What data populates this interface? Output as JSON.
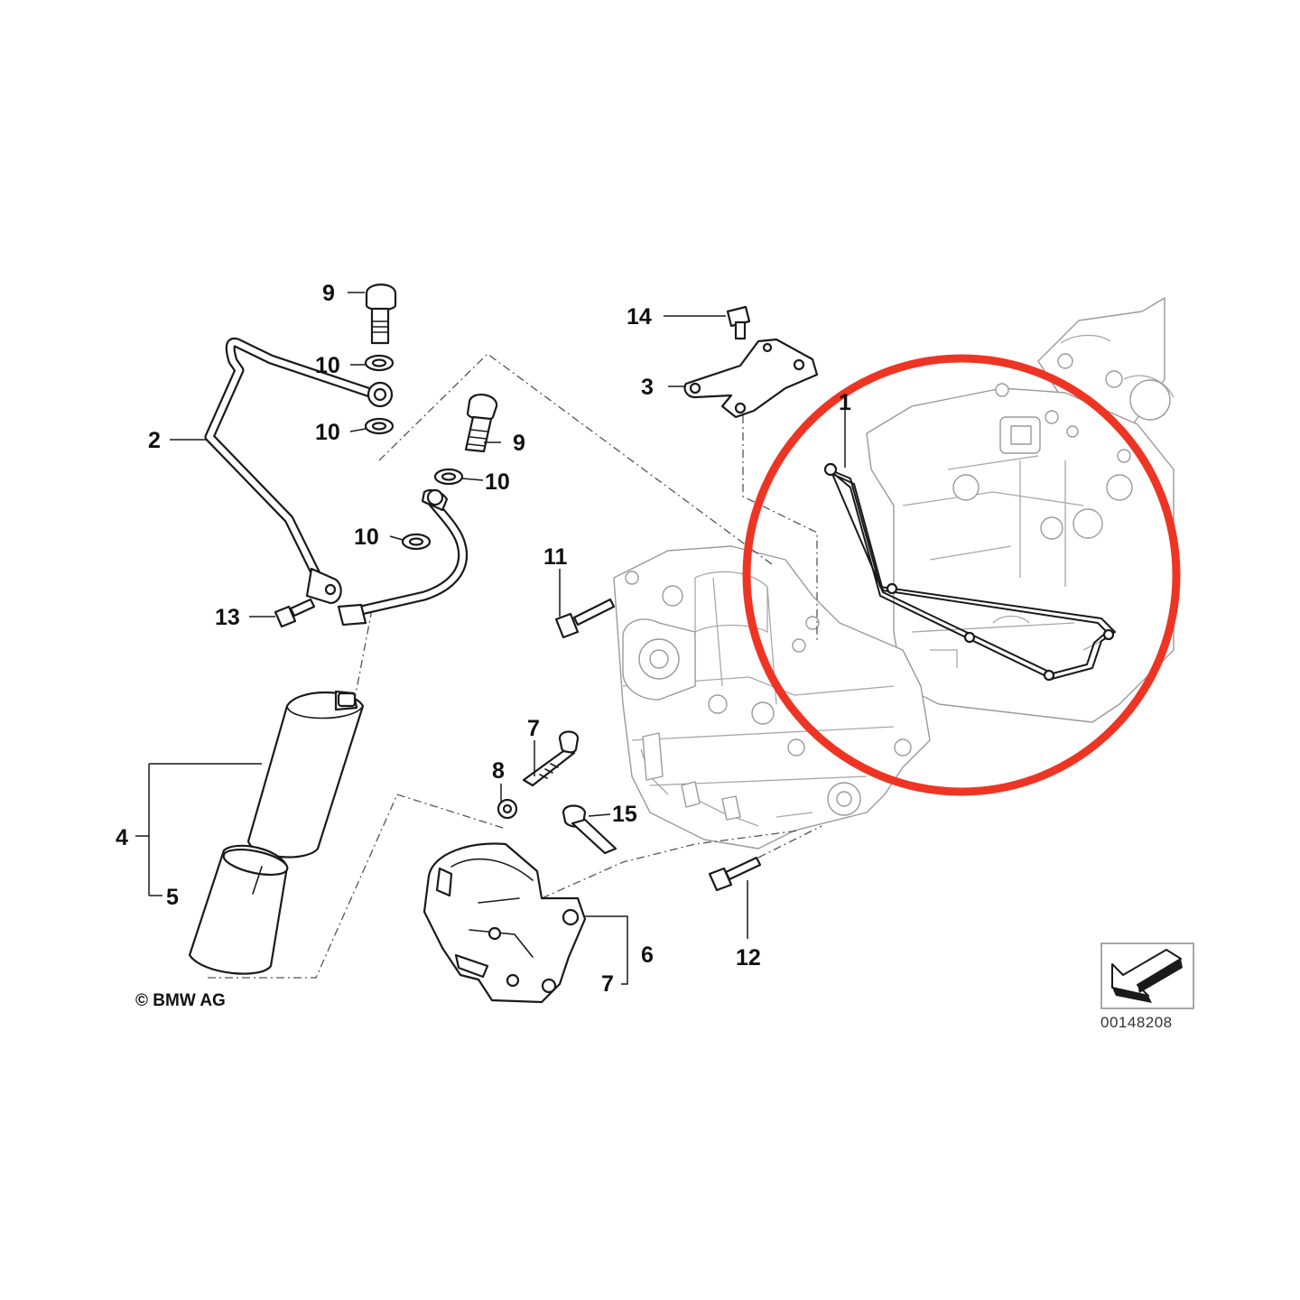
{
  "callouts": [
    {
      "id": "c1",
      "label": "1"
    },
    {
      "id": "c2",
      "label": "2"
    },
    {
      "id": "c3",
      "label": "3"
    },
    {
      "id": "c4",
      "label": "4"
    },
    {
      "id": "c5",
      "label": "5"
    },
    {
      "id": "c6",
      "label": "6"
    },
    {
      "id": "c7a",
      "label": "7"
    },
    {
      "id": "c7b",
      "label": "7"
    },
    {
      "id": "c8",
      "label": "8"
    },
    {
      "id": "c9a",
      "label": "9"
    },
    {
      "id": "c9b",
      "label": "9"
    },
    {
      "id": "c10a",
      "label": "10"
    },
    {
      "id": "c10b",
      "label": "10"
    },
    {
      "id": "c10c",
      "label": "10"
    },
    {
      "id": "c10d",
      "label": "10"
    },
    {
      "id": "c11",
      "label": "11"
    },
    {
      "id": "c12",
      "label": "12"
    },
    {
      "id": "c13",
      "label": "13"
    },
    {
      "id": "c14",
      "label": "14"
    },
    {
      "id": "c15",
      "label": "15"
    }
  ],
  "copyright": "© BMW AG",
  "document_number": "00148208",
  "highlight": {
    "color": "#ee3524",
    "target_part": "1"
  },
  "icons": {
    "orientation": "view-direction-arrow-icon"
  }
}
